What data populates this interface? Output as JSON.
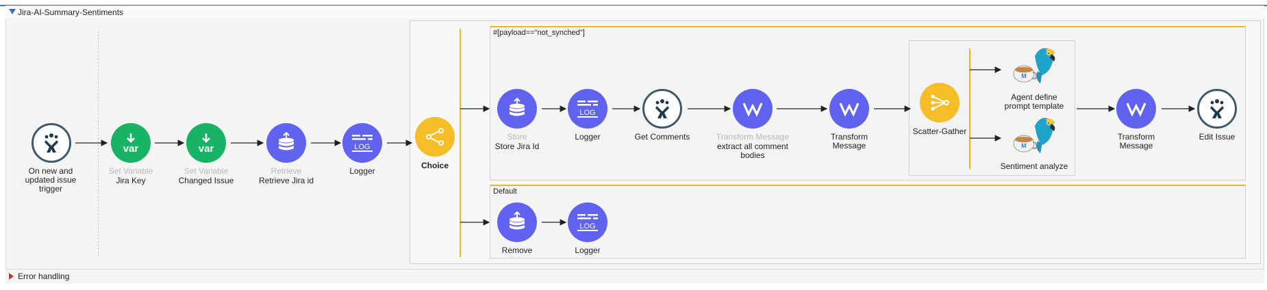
{
  "flow": {
    "title": "Jira-AI-Summary-Sentiments",
    "error_handling": "Error handling"
  },
  "colors": {
    "processor": "#6063f0",
    "var": "#19b365",
    "router": "#f5be28",
    "connector_ring": "#3d5a6c",
    "accent_line": "#f2b620"
  },
  "main_nodes": [
    {
      "id": "trigger",
      "icon": "jira-icon",
      "label_lines": [
        "On new and",
        "updated issue",
        "trigger"
      ]
    },
    {
      "id": "set-var-jira-key",
      "icon": "var-icon",
      "title": "Set Variable",
      "label_lines": [
        "Jira Key"
      ]
    },
    {
      "id": "set-var-changed-issue",
      "icon": "var-icon",
      "title": "Set Variable",
      "label_lines": [
        "Changed Issue"
      ]
    },
    {
      "id": "retrieve",
      "icon": "database-icon",
      "title": "Retrieve",
      "label_lines": [
        "Retrieve Jira id"
      ]
    },
    {
      "id": "logger",
      "icon": "log-icon",
      "label_lines": [
        "Logger"
      ]
    },
    {
      "id": "choice",
      "icon": "choice-icon",
      "label_lines": [
        "Choice"
      ]
    }
  ],
  "route_when": {
    "expression": "#[payload==\"not_synched\"]",
    "nodes": [
      {
        "id": "store",
        "icon": "database-icon",
        "title": "Store",
        "label_lines": [
          "Store Jira Id"
        ]
      },
      {
        "id": "logger",
        "icon": "log-icon",
        "label_lines": [
          "Logger"
        ]
      },
      {
        "id": "get-comments",
        "icon": "jira-icon",
        "label_lines": [
          "Get Comments"
        ]
      },
      {
        "id": "transform-1",
        "icon": "transform-icon",
        "title": "Transform Message",
        "label_lines": [
          "extract all comment",
          "bodies"
        ]
      },
      {
        "id": "transform-2",
        "icon": "transform-icon",
        "label_lines": [
          "Transform",
          "Message"
        ]
      },
      {
        "id": "scatter-gather",
        "icon": "scatter-gather-icon",
        "label_lines": [
          "Scatter-Gather"
        ]
      },
      {
        "id": "agent-define",
        "icon": "parrot-icon",
        "label_lines": [
          "Agent define",
          "prompt template"
        ]
      },
      {
        "id": "sentiment-analyze",
        "icon": "parrot-icon",
        "label_lines": [
          "Sentiment analyze"
        ]
      },
      {
        "id": "transform-3",
        "icon": "transform-icon",
        "label_lines": [
          "Transform",
          "Message"
        ]
      },
      {
        "id": "edit-issue",
        "icon": "jira-icon",
        "label_lines": [
          "Edit Issue"
        ]
      }
    ]
  },
  "route_default": {
    "label": "Default",
    "nodes": [
      {
        "id": "remove",
        "icon": "database-icon",
        "label_lines": [
          "Remove"
        ]
      },
      {
        "id": "logger",
        "icon": "log-icon",
        "label_lines": [
          "Logger"
        ]
      }
    ]
  }
}
